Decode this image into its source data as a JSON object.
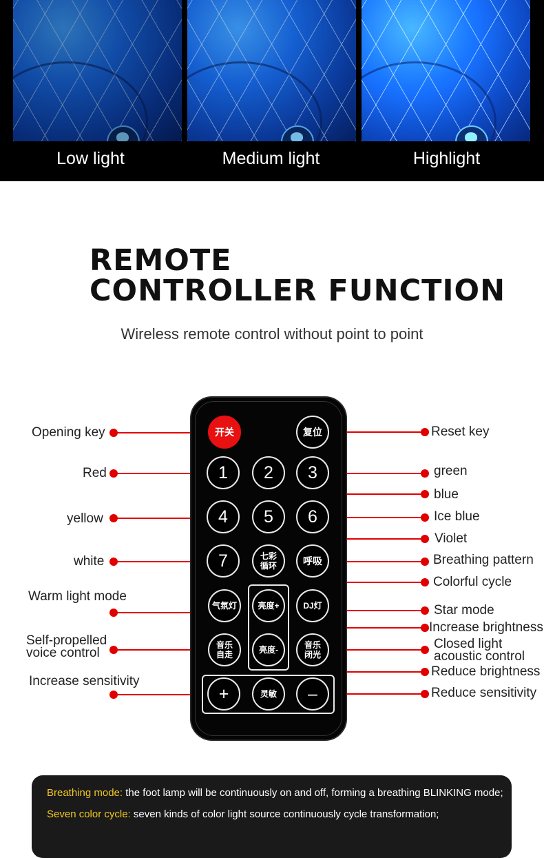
{
  "top_strip": {
    "captions": [
      "Low light",
      "Medium light",
      "Highlight"
    ]
  },
  "heading": {
    "line1": "REMOTE",
    "line2": "CONTROLLER FUNCTION",
    "subtitle": "Wireless remote control without point to point"
  },
  "remote": {
    "buttons": {
      "power": "开关",
      "reset": "复位",
      "b1": "1",
      "b2": "2",
      "b3": "3",
      "b4": "4",
      "b5": "5",
      "b6": "6",
      "b7": "7",
      "seven_color": "七彩\n循环",
      "breath": "呼吸",
      "atmosphere": "气氛灯",
      "bright_up": "亮度+",
      "dj": "DJ灯",
      "music_auto": "音乐\n自走",
      "bright_down": "亮度-",
      "music_off": "音乐\n闭光",
      "plus": "+",
      "sensitive": "灵敏",
      "minus": "–"
    }
  },
  "labels": {
    "left": {
      "opening": "Opening key",
      "red": "Red",
      "yellow": "yellow",
      "white": "white",
      "warm": "Warm light mode",
      "self1": "Self-propelled",
      "self2": "voice control",
      "inc_sens": "Increase sensitivity"
    },
    "right": {
      "reset": "Reset key",
      "green": "green",
      "blue": "blue",
      "ice": "Ice blue",
      "violet": "Violet",
      "breathing": "Breathing pattern",
      "colorful": "Colorful cycle",
      "star": "Star mode",
      "inc_bright": "Increase brightness",
      "closed1": "Closed light",
      "closed2": "acoustic control",
      "red_bright": "Reduce brightness",
      "red_sens": "Reduce sensitivity"
    },
    "line_color": "#e00000"
  },
  "description": {
    "l1_key": "Breathing mode:",
    "l1_text": "the foot lamp will be continuously on and off, forming a breathing BLINKING mode;",
    "l2_key": "Seven color cycle:",
    "l2_text": "seven kinds of color light source continuously cycle transformation;",
    "key_color": "#f3c623"
  }
}
